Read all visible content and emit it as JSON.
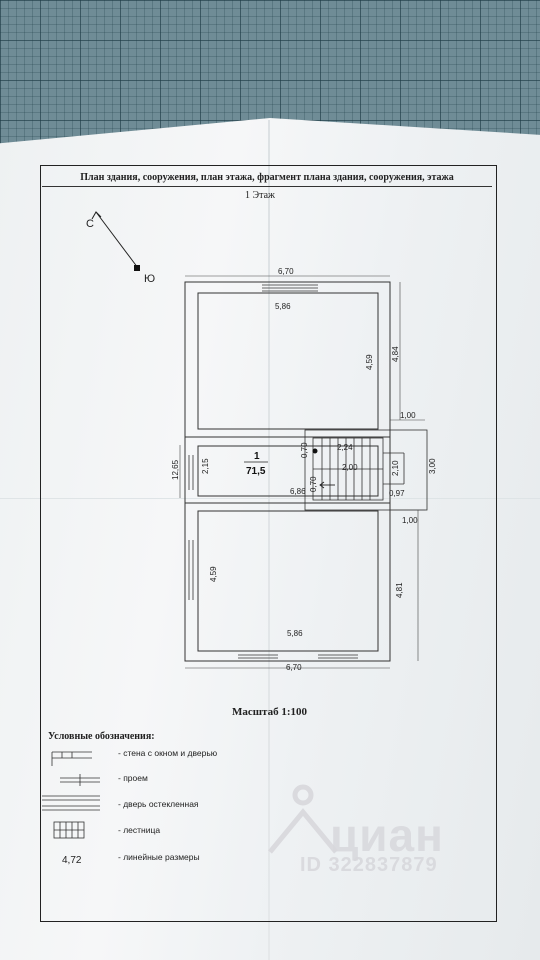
{
  "header": "План здания, сооружения, план этажа, фрагмент плана здания, сооружения, этажа",
  "floor_label": "1 Этаж",
  "compass": {
    "north": "С",
    "south": "Ю"
  },
  "room": {
    "number": "1",
    "area": "71,5"
  },
  "dimensions": {
    "top_width": "6,70",
    "upper_room_width": "5,86",
    "upper_room_height": "4,59",
    "outer_upper_height": "4,84",
    "offset_upper": "1,00",
    "corridor_height_outer": "12,65",
    "corridor_height_inner": "2,15",
    "corridor_width": "6,86",
    "stair_offset_top": "0,70",
    "stair_width_top": "2,24",
    "stair_mid": "2,00",
    "stair_offset_bottom": "0,70",
    "stair_height": "2,10",
    "stair_outer": "3,00",
    "stair_bottom": "0,97",
    "offset_lower": "1,00",
    "lower_room_height": "4,59",
    "outer_lower_height": "4,81",
    "lower_room_width": "5,86",
    "bottom_width": "6,70"
  },
  "scale": "Масштаб 1:100",
  "legend": {
    "title": "Условные обозначения:",
    "items": [
      "- стена с  окном и дверью",
      "- проем",
      "- дверь остекленная",
      "- лестница",
      "- линейные размеры"
    ],
    "sample_number": "4,72"
  },
  "watermark": {
    "brand": "циан",
    "id": "ID 322837879"
  }
}
